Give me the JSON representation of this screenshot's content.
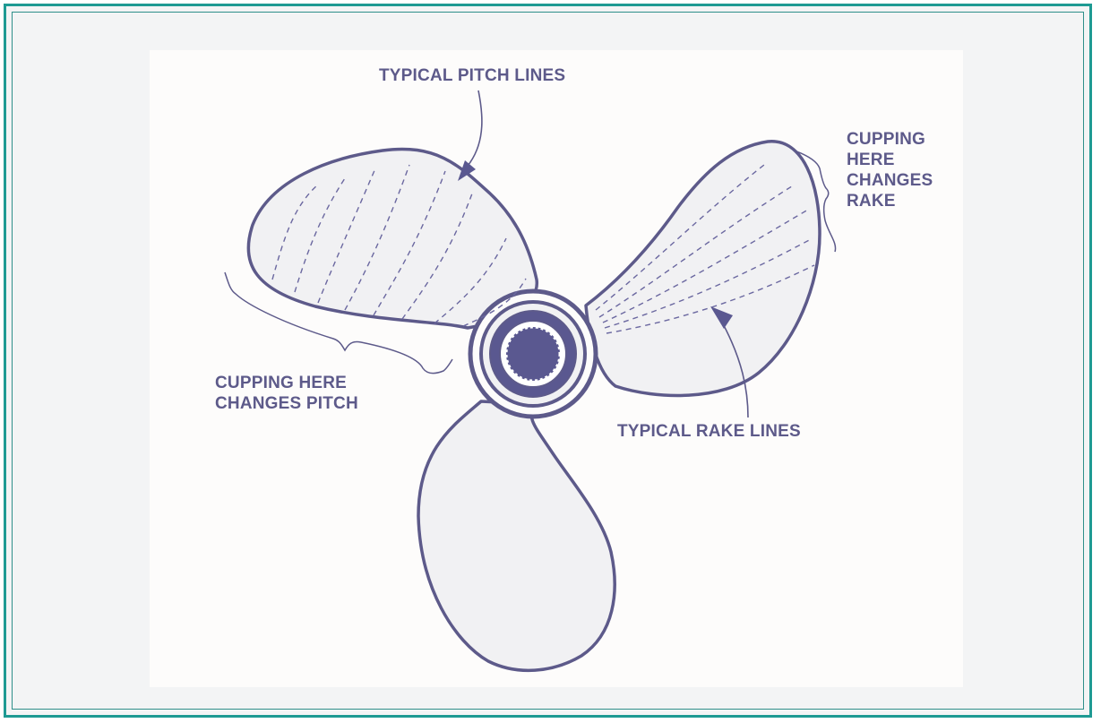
{
  "diagram": {
    "labels": {
      "pitch_lines": "TYPICAL PITCH LINES",
      "rake_lines": "TYPICAL RAKE LINES",
      "cupping_pitch": "CUPPING HERE\nCHANGES PITCH",
      "cupping_rake": "CUPPING\nHERE\nCHANGES\nRAKE"
    },
    "colors": {
      "frame": "#1e9a93",
      "ink": "#5d5a8a",
      "blade_fill": "#f1f1f3",
      "hub": "#5a5890"
    }
  }
}
